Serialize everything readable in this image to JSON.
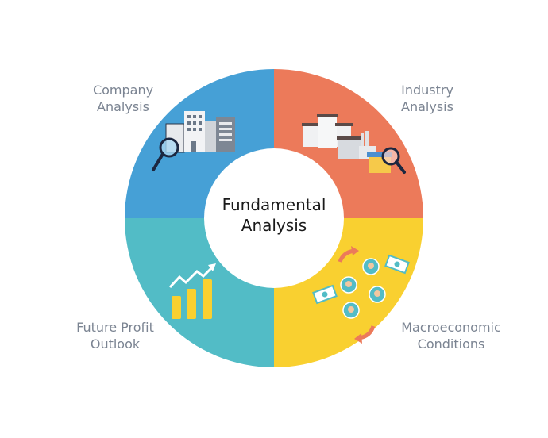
{
  "title": "Fundamental Analysis",
  "title_lines": [
    "Fundamental",
    "Analysis"
  ],
  "segments": [
    {
      "id": "company",
      "lines": [
        "Company",
        "Analysis"
      ],
      "color": "#46a0d6",
      "icon": "buildings-magnifier-icon"
    },
    {
      "id": "industry",
      "lines": [
        "Industry",
        "Analysis"
      ],
      "color": "#ec7a5a",
      "icon": "factory-magnifier-icon"
    },
    {
      "id": "macro",
      "lines": [
        "Macroeconomic",
        "Conditions"
      ],
      "color": "#f9d030",
      "icon": "people-money-cycle-icon"
    },
    {
      "id": "future",
      "lines": [
        "Future Profit",
        "Outlook"
      ],
      "color": "#52bcc6",
      "icon": "growth-chart-icon"
    }
  ]
}
